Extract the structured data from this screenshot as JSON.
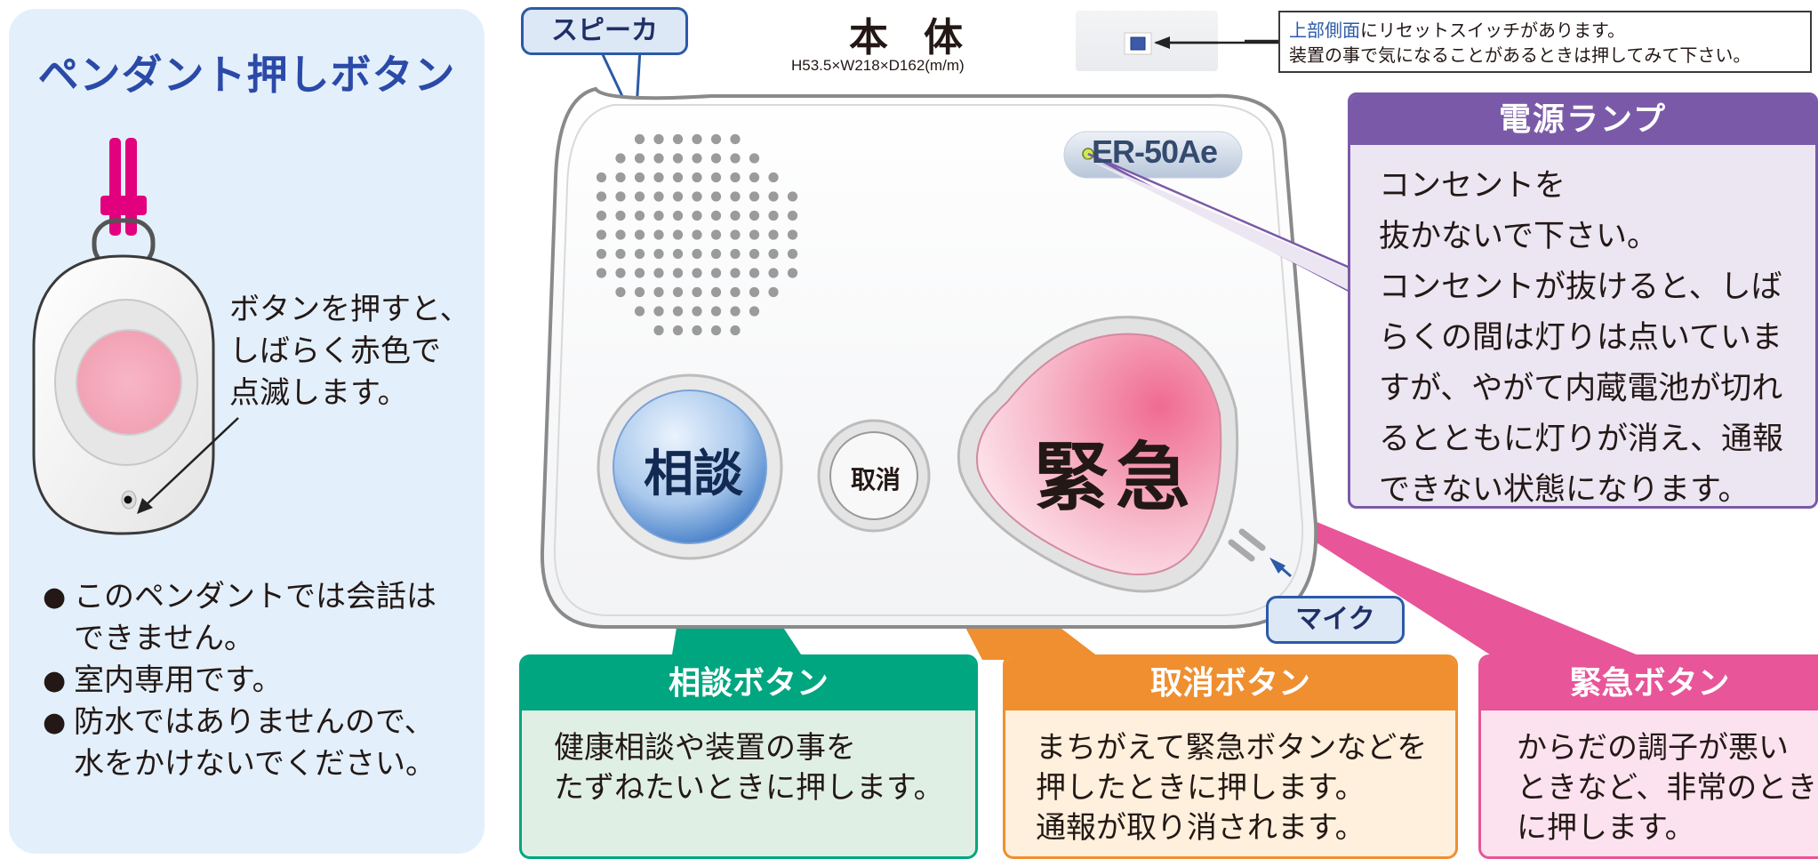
{
  "pendant": {
    "title": "ペンダント押しボタン",
    "note": "ボタンを押すと、\nしばらく赤色で\n点滅します。",
    "bullets": [
      "このペンダントでは会話は\nできません。",
      "室内専用です。",
      "防水ではありませんので、\n水をかけないでください。"
    ],
    "bullet_symbol": "●"
  },
  "header": {
    "title": "本体",
    "dimensions": "H53.5×W218×D162(m/m)"
  },
  "reset_note": {
    "highlight": "上部側面",
    "line1_rest": "にリセットスイッチがあります。",
    "line2": "装置の事で気になることがあるときは押してみて下さい。"
  },
  "labels": {
    "speaker": "スピーカ",
    "mic": "マイク",
    "model": "ER-50Ae"
  },
  "device_buttons": {
    "soudan": "相談",
    "torikeshi": "取消",
    "kinkyu": "緊急"
  },
  "power_lamp": {
    "title": "電源ランプ",
    "body": "コンセントを\n抜かないで下さい。\nコンセントが抜けると、しば\nらくの間は灯りは点いていま\nすが、やがて内蔵電池が切れ\nるとともに灯りが消え、通報\nできない状態になります。"
  },
  "callouts": {
    "soudan": {
      "title": "相談ボタン",
      "body": "健康相談や装置の事を\nたずねたいときに押します。"
    },
    "torikeshi": {
      "title": "取消ボタン",
      "body": "まちがえて緊急ボタンなどを\n押したときに押します。\n通報が取り消されます。"
    },
    "kinkyu": {
      "title": "緊急ボタン",
      "body": "からだの調子が悪い\nときなど、非常のとき\nに押します。"
    }
  },
  "colors": {
    "pendant_bg": "#e3f0fb",
    "title_blue": "#2b4aa8",
    "green": "#00a680",
    "orange": "#ef8f2f",
    "pink": "#e85598",
    "purple": "#7a5aa8"
  }
}
